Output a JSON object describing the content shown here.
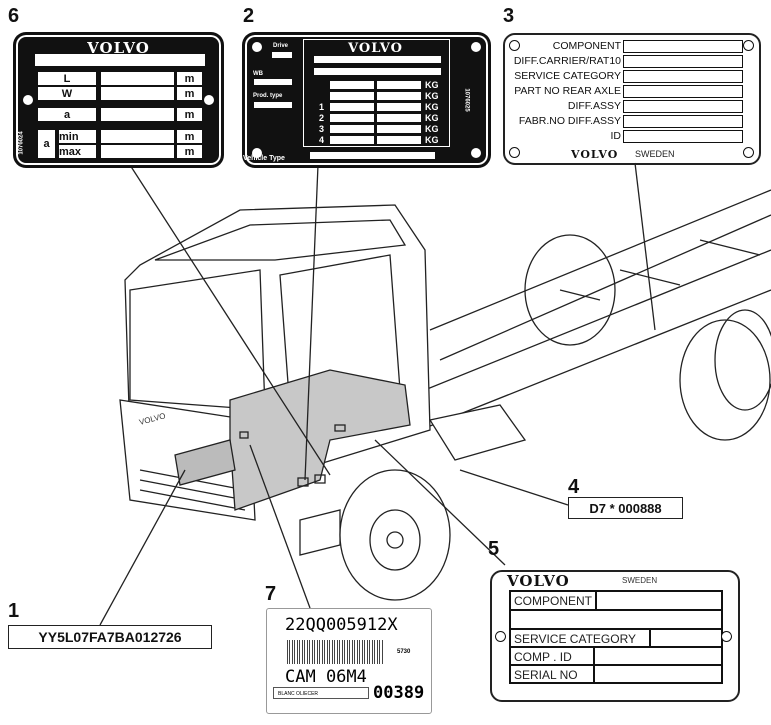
{
  "callouts": {
    "p1": "1",
    "p2": "2",
    "p3": "3",
    "p4": "4",
    "p5": "5",
    "p6": "6",
    "p7": "7"
  },
  "plate6": {
    "brand": "VOLVO",
    "L": "L",
    "W": "W",
    "a": "a",
    "a2": "a",
    "min": "min",
    "max": "max",
    "unit": "m",
    "code": "1076024"
  },
  "plate2": {
    "brand": "VOLVO",
    "drive": "Drive",
    "wb": "WB",
    "prod_type": "Prod. type",
    "vehicle_type": "Vehicle Type",
    "unit": "KG",
    "axles": [
      "1",
      "2",
      "3",
      "4"
    ],
    "code": "1076025"
  },
  "plate3": {
    "rows": [
      "COMPONENT",
      "DIFF.CARRIER/RAT10",
      "SERVICE CATEGORY",
      "PART NO REAR AXLE",
      "DIFF.ASSY",
      "FABR.NO DIFF.ASSY",
      "ID"
    ],
    "brand": "VOLVO",
    "country": "SWEDEN"
  },
  "tag4": {
    "text": "D7  * 000888"
  },
  "plate5": {
    "brand": "VOLVO",
    "country": "SWEDEN",
    "component": "COMPONENT",
    "service_category": "SERVICE CATEGORY",
    "comp_id": "COMP . ID",
    "serial_no": "SERIAL NO"
  },
  "tag1": {
    "text": "YY5L07FA7BA012726"
  },
  "label7": {
    "code": "22QQ005912X",
    "small": "5730",
    "cam": "CAM 06M4",
    "box": "BLANC OLIECER",
    "serial": "00389"
  },
  "truck": {
    "grille_brand": "VOLVO"
  }
}
